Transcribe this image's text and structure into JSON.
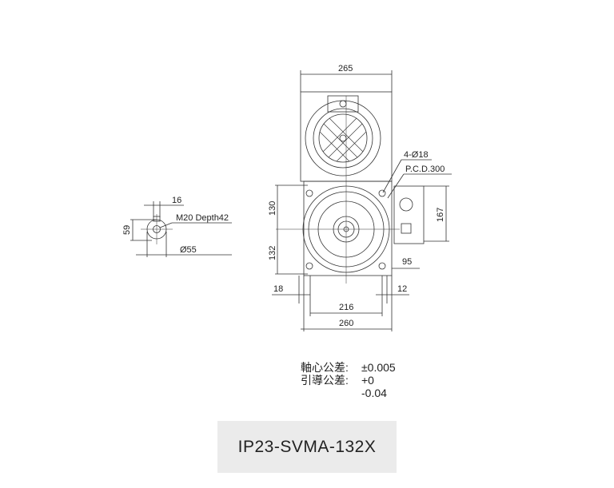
{
  "side_view": {
    "dim_keyway": "16",
    "dim_height": "59",
    "thread_note": "M20 Depth42",
    "dim_shaft_dia": "Ø55"
  },
  "front_view": {
    "dim_top_width": "265",
    "bolt_holes": "4-Ø18",
    "pcd": "P.C.D.300",
    "dim_upper": "130",
    "dim_lower": "132",
    "dim_terminal_height": "167",
    "dim_terminal_depth": "95",
    "dim_left_offset": "18",
    "dim_right_offset": "12",
    "dim_hole_spacing": "216",
    "dim_base_width": "260"
  },
  "tolerances": {
    "axis_label": "軸心公差:",
    "axis_value": "±0.005",
    "guide_label": "引導公差:",
    "guide_upper": "+0",
    "guide_lower": "-0.04"
  },
  "model_name": "IP23-SVMA-132X"
}
